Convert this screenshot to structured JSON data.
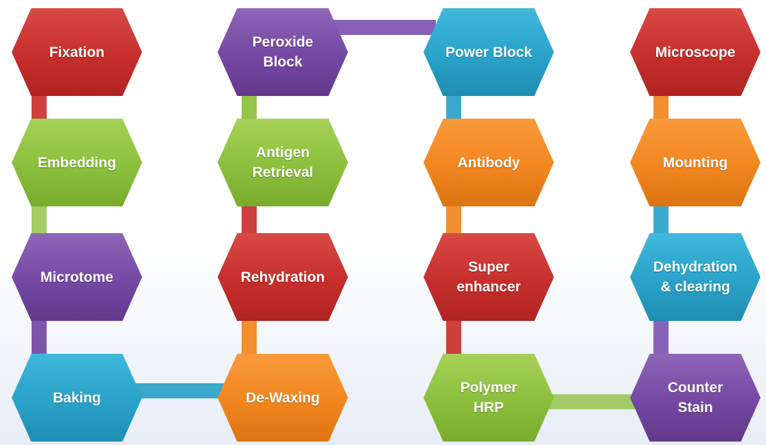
{
  "colors": {
    "red": "#c9302c",
    "green": "#8cbf3c",
    "purple": "#7448a2",
    "blue": "#2aa2c9",
    "orange": "#f1861f"
  },
  "steps": [
    {
      "id": "fixation",
      "label": "Fixation",
      "color": "red"
    },
    {
      "id": "embedding",
      "label": "Embedding",
      "color": "green"
    },
    {
      "id": "microtome",
      "label": "Microtome",
      "color": "purple"
    },
    {
      "id": "baking",
      "label": "Baking",
      "color": "blue"
    },
    {
      "id": "de-waxing",
      "label": "De-Waxing",
      "color": "orange"
    },
    {
      "id": "rehydration",
      "label": "Rehydration",
      "color": "red"
    },
    {
      "id": "antigen-retrieval",
      "label": "Antigen\nRetrieval",
      "color": "green"
    },
    {
      "id": "peroxide-block",
      "label": "Peroxide\nBlock",
      "color": "purple"
    },
    {
      "id": "power-block",
      "label": "Power Block",
      "color": "blue"
    },
    {
      "id": "antibody",
      "label": "Antibody",
      "color": "orange"
    },
    {
      "id": "super-enhancer",
      "label": "Super\nenhancer",
      "color": "red"
    },
    {
      "id": "polymer-hrp",
      "label": "Polymer\nHRP",
      "color": "green"
    },
    {
      "id": "counter-stain",
      "label": "Counter\nStain",
      "color": "purple"
    },
    {
      "id": "dehydration-clearing",
      "label": "Dehydration\n& clearing",
      "color": "blue"
    },
    {
      "id": "mounting",
      "label": "Mounting",
      "color": "orange"
    },
    {
      "id": "microscope",
      "label": "Microscope",
      "color": "red"
    }
  ],
  "connectors": [
    {
      "from": "fixation",
      "to": "embedding",
      "color": "red"
    },
    {
      "from": "embedding",
      "to": "microtome",
      "color": "green"
    },
    {
      "from": "microtome",
      "to": "baking",
      "color": "purple"
    },
    {
      "from": "baking",
      "to": "de-waxing",
      "color": "blue"
    },
    {
      "from": "de-waxing",
      "to": "rehydration",
      "color": "orange"
    },
    {
      "from": "rehydration",
      "to": "antigen-retrieval",
      "color": "red"
    },
    {
      "from": "antigen-retrieval",
      "to": "peroxide-block",
      "color": "green"
    },
    {
      "from": "peroxide-block",
      "to": "power-block",
      "color": "purple"
    },
    {
      "from": "power-block",
      "to": "antibody",
      "color": "blue"
    },
    {
      "from": "antibody",
      "to": "super-enhancer",
      "color": "orange"
    },
    {
      "from": "super-enhancer",
      "to": "polymer-hrp",
      "color": "red"
    },
    {
      "from": "polymer-hrp",
      "to": "counter-stain",
      "color": "green"
    },
    {
      "from": "counter-stain",
      "to": "dehydration-clearing",
      "color": "purple"
    },
    {
      "from": "dehydration-clearing",
      "to": "mounting",
      "color": "blue"
    },
    {
      "from": "mounting",
      "to": "microscope",
      "color": "orange"
    }
  ]
}
